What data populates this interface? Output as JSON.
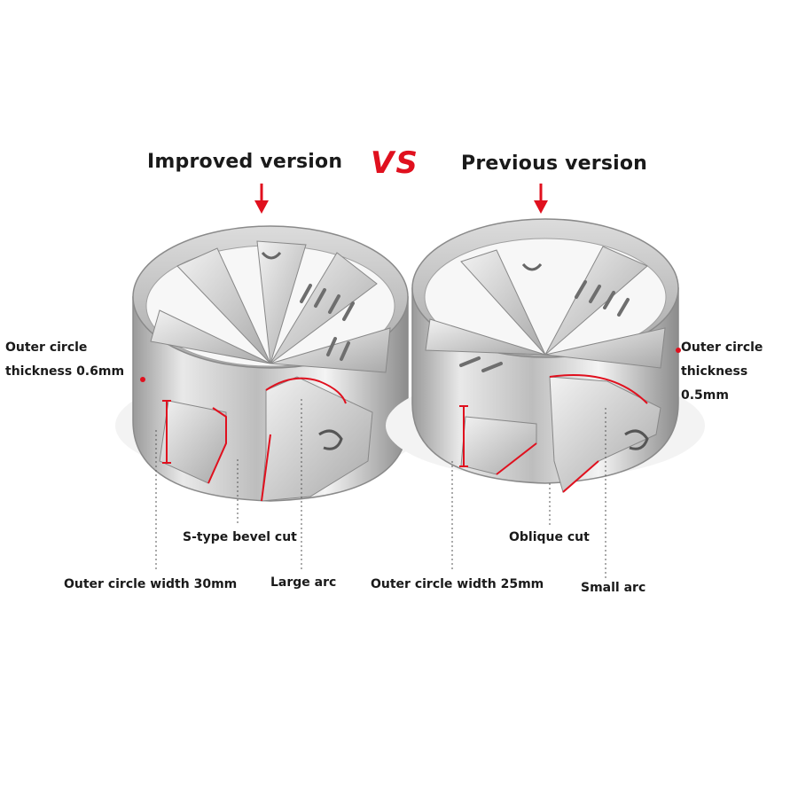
{
  "header": {
    "left_title": "Improved version",
    "vs": "VS",
    "right_title": "Previous version"
  },
  "left_product": {
    "thickness_line1": "Outer circle",
    "thickness_line2": "thickness 0.6mm",
    "cut_label": "S-type bevel cut",
    "width_label": "Outer circle width 30mm",
    "arc_label": "Large arc"
  },
  "right_product": {
    "thickness_line1": "Outer circle",
    "thickness_line2": "thickness 0.5mm",
    "cut_label": "Oblique cut",
    "width_label": "Outer circle width 25mm",
    "arc_label": "Small arc"
  },
  "colors": {
    "accent_red": "#e0101e",
    "text": "#1a1a1a",
    "steel_light": "#f1f1f1",
    "steel_mid": "#c9c9c9",
    "steel_dark": "#8f8f8f"
  },
  "icons": {
    "arrow": "down-arrow-icon"
  }
}
